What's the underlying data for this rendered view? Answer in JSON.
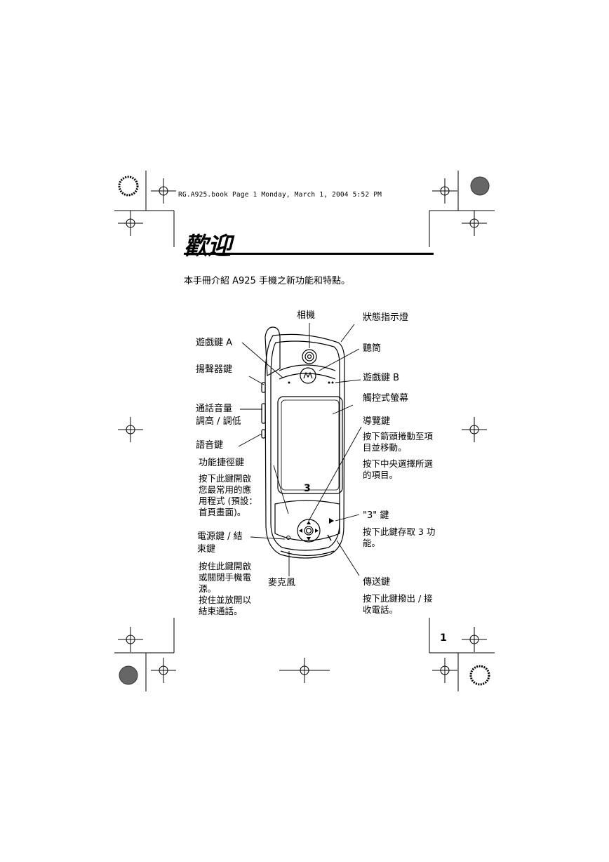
{
  "header": "RG.A925.book  Page 1  Monday, March 1, 2004  5:52 PM",
  "title": "歡迎",
  "intro": "本手冊介紹 A925 手機之新功能和特點。",
  "labels": {
    "camera": "相機",
    "status_light": "狀態指示燈",
    "game_key_a": "遊戲鍵 A",
    "earpiece": "聽筒",
    "speaker_key": "揚聲器鍵",
    "game_key_b": "遊戲鍵 B",
    "volume_line1": "通話音量",
    "volume_line2": "調高 / 調低",
    "touchscreen": "觸控式螢幕",
    "voice_key": "語音鍵",
    "nav_key": "導覽鍵",
    "shortcut_key": "功能捷徑鍵",
    "three_key": "\"3\" 鍵",
    "power_line1": "電源鍵 / 結",
    "power_line2": "束鍵",
    "microphone": "麥克風",
    "send_key": "傳送鍵"
  },
  "descriptions": {
    "nav_1": "按下箭頭捲動至項目並移動。",
    "nav_2": "按下中央選擇所選的項目。",
    "shortcut": "按下此鍵開啟您最常用的應用程式 (預設：首頁畫面)。",
    "three": "按下此鍵存取 3 功能。",
    "power_1": "按住此鍵開啟或關閉手機電源。",
    "power_2": "按住並放開以結束通話。",
    "send": "按下此鍵撥出 / 接收電話。"
  },
  "page_number": "1"
}
